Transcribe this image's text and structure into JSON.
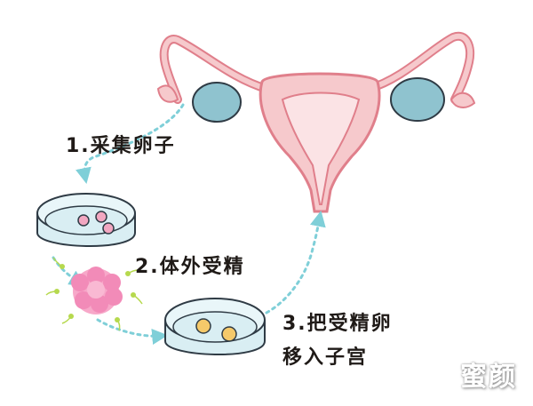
{
  "steps": {
    "step1": "1.采集卵子",
    "step2": "2.体外受精",
    "step3_line1": "3.把受精卵",
    "step3_line2": "移入子宫"
  },
  "watermark": "蜜颜",
  "colors": {
    "uterus_fill": "#f6c9cc",
    "uterus_stroke": "#e07f8b",
    "ovary": "#8fc3cf",
    "arrow": "#7fcfd8",
    "dish_fill": "#d9eef3",
    "egg": "#f2a7c1",
    "embryo_cluster": "#f7a8c9",
    "fertilized_egg": "#f5c96a",
    "sperm": "#b6d94e"
  },
  "icons": [
    "uterus-icon",
    "ovary-icon",
    "petri-dish-icon",
    "egg-icon",
    "embryo-cluster-icon",
    "sperm-icon",
    "arrow-icon"
  ]
}
